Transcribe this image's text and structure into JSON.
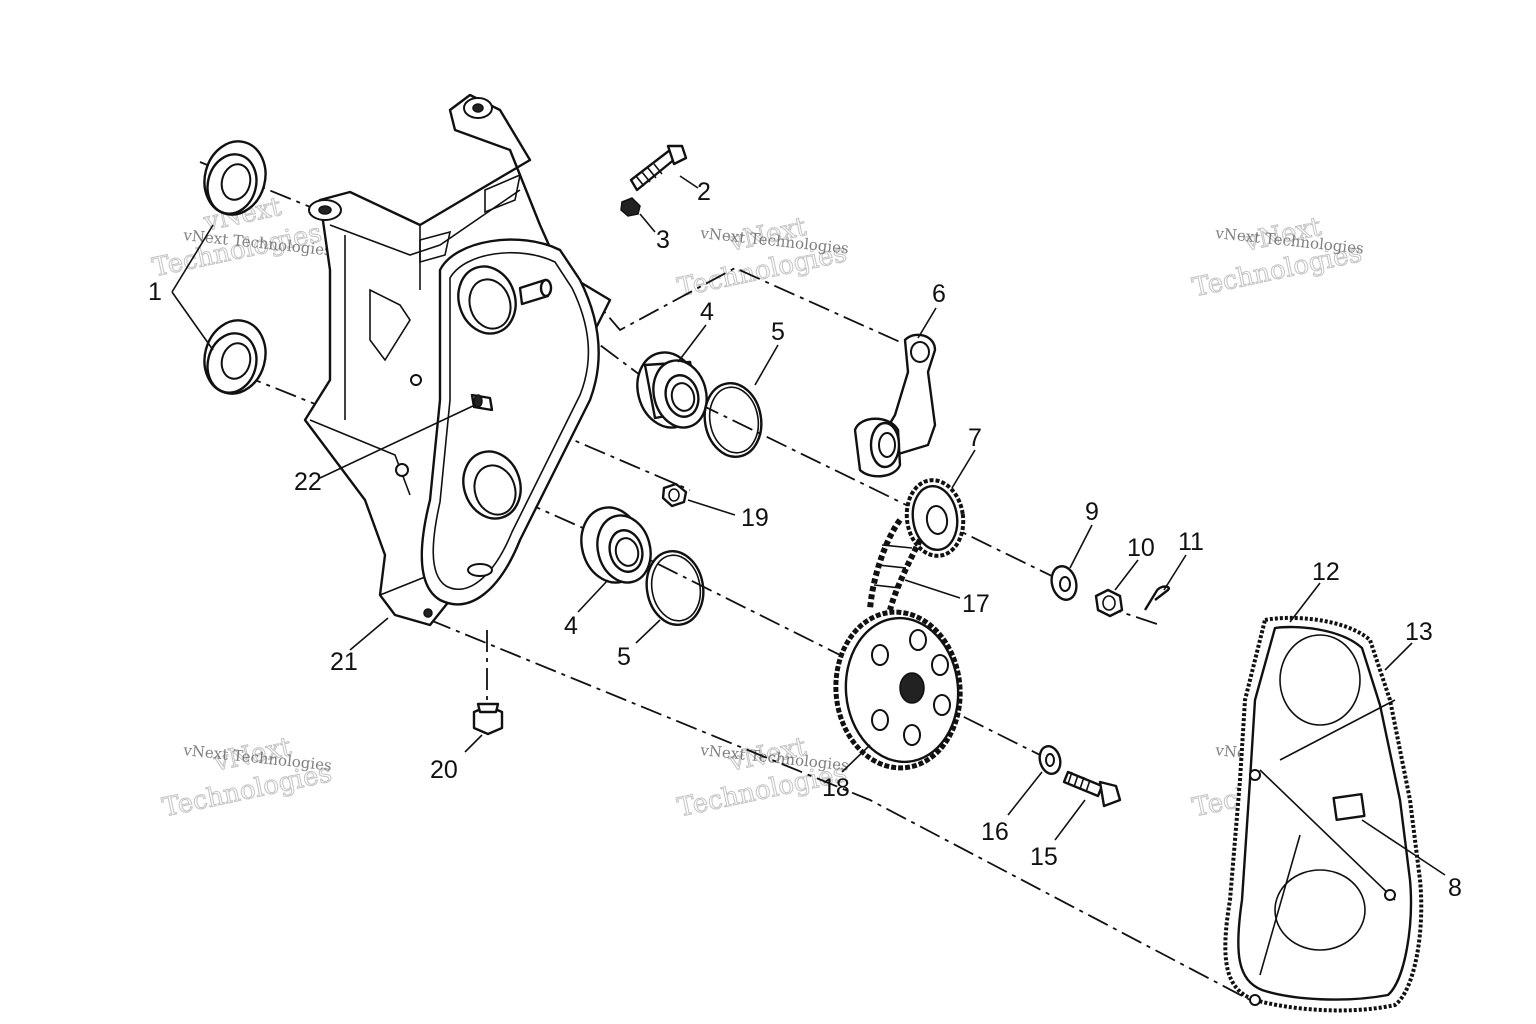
{
  "callouts": [
    {
      "id": "c1",
      "label": "1"
    },
    {
      "id": "c2",
      "label": "2"
    },
    {
      "id": "c3",
      "label": "3"
    },
    {
      "id": "c4a",
      "label": "4"
    },
    {
      "id": "c4b",
      "label": "4"
    },
    {
      "id": "c5a",
      "label": "5"
    },
    {
      "id": "c5b",
      "label": "5"
    },
    {
      "id": "c6",
      "label": "6"
    },
    {
      "id": "c7",
      "label": "7"
    },
    {
      "id": "c8",
      "label": "8"
    },
    {
      "id": "c9",
      "label": "9"
    },
    {
      "id": "c10",
      "label": "10"
    },
    {
      "id": "c11",
      "label": "11"
    },
    {
      "id": "c12",
      "label": "12"
    },
    {
      "id": "c13",
      "label": "13"
    },
    {
      "id": "c15",
      "label": "15"
    },
    {
      "id": "c16",
      "label": "16"
    },
    {
      "id": "c17",
      "label": "17"
    },
    {
      "id": "c18",
      "label": "18"
    },
    {
      "id": "c19",
      "label": "19"
    },
    {
      "id": "c20",
      "label": "20"
    },
    {
      "id": "c21",
      "label": "21"
    },
    {
      "id": "c22",
      "label": "22"
    }
  ],
  "watermark": {
    "line1": "vNext",
    "line2": "Technologies",
    "small": "vNext Technologies"
  }
}
